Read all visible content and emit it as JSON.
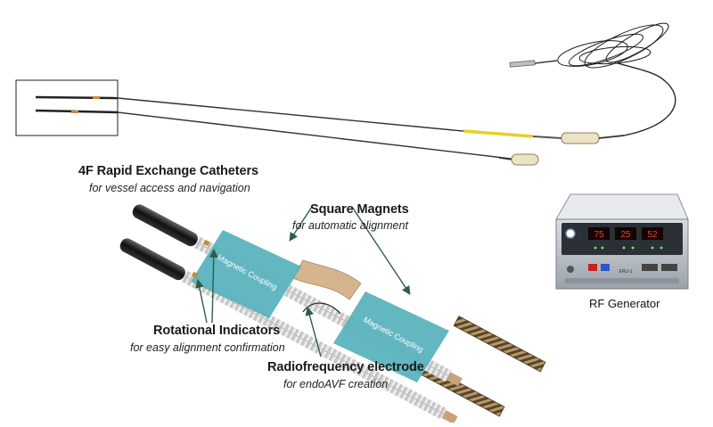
{
  "labels": {
    "catheters": {
      "title": "4F  Rapid Exchange Catheters",
      "subtitle": "for vessel access and navigation"
    },
    "magnets": {
      "title": "Square Magnets",
      "subtitle": "for automatic alignment"
    },
    "indicators": {
      "title": "Rotational Indicators",
      "subtitle": "for easy alignment confirmation"
    },
    "electrode": {
      "title": "Radiofrequency electrode",
      "subtitle": "for endoAVF creation"
    },
    "generator": {
      "caption": "RF Generator"
    }
  },
  "coupling": {
    "left": "Magnetic Coupling",
    "right": "Magnetic Coupling"
  },
  "generator_display": {
    "d1": "75",
    "d2": "25",
    "d3": "52",
    "brand": "ERU-1"
  },
  "colors": {
    "coupling_fill": "#5bb3bd",
    "arrow": "#2f5d4a",
    "catheter_tip": "#222222",
    "braid": "#6b5233"
  }
}
